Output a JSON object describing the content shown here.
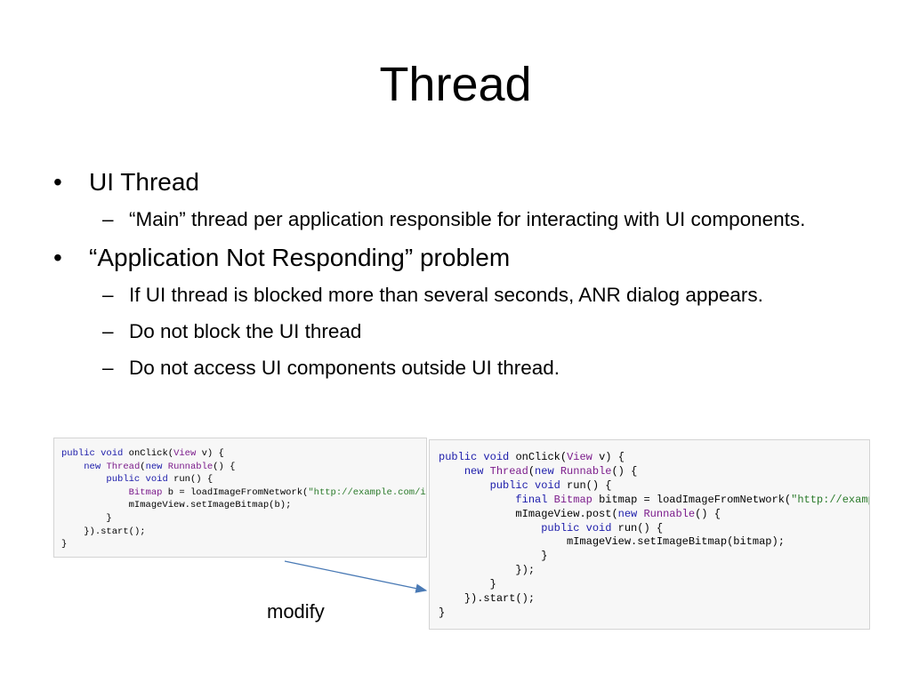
{
  "slide": {
    "title": "Thread",
    "bullets": [
      {
        "text": "UI Thread",
        "sub": [
          "“Main” thread per application responsible for interacting with UI components."
        ]
      },
      {
        "text": "“Application Not Responding” problem",
        "sub": [
          "If UI thread is blocked more than several seconds, ANR dialog appears.",
          "Do not block the UI thread",
          "Do not access UI components outside UI thread."
        ]
      }
    ],
    "bullet_marker": "•",
    "sub_marker": "–",
    "modify_label": "modify"
  },
  "code_left": {
    "lines": [
      "public void onClick(View v) {",
      "    new Thread(new Runnable() {",
      "        public void run() {",
      "            Bitmap b = loadImageFromNetwork(\"http://example.com/image.png\");",
      "            mImageView.setImageBitmap(b);",
      "        }",
      "    }).start();",
      "}"
    ]
  },
  "code_right": {
    "lines": [
      "public void onClick(View v) {",
      "    new Thread(new Runnable() {",
      "        public void run() {",
      "            final Bitmap bitmap = loadImageFromNetwork(\"http://example.com/image.png\");",
      "            mImageView.post(new Runnable() {",
      "                public void run() {",
      "                    mImageView.setImageBitmap(bitmap);",
      "                }",
      "            });",
      "        }",
      "    }).start();",
      "}"
    ]
  },
  "colors": {
    "keyword": "#1b1baa",
    "type": "#7b1b8b",
    "string": "#2a7a2a",
    "arrow": "#4a7ab5"
  }
}
